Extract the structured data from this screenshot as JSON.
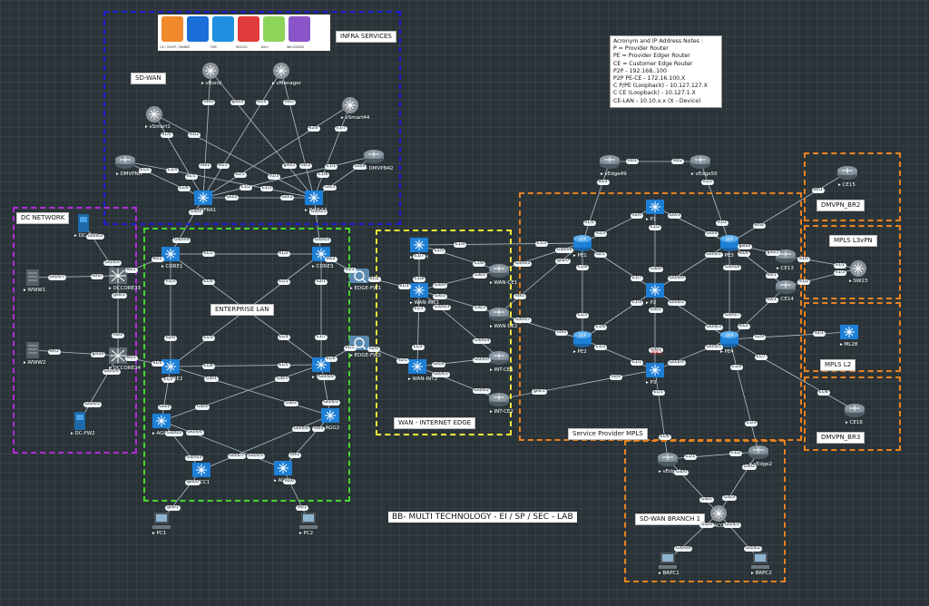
{
  "title": "BB- MULTI TECHNOLOGY - EI / SP / SEC - LAB",
  "notes": {
    "lines": [
      "Acronym and IP Address Notes :",
      "P    = Provider Router",
      "PE = Provider   Edger Router",
      "CE = Customer Edge Router",
      "P2P - 192.168..100",
      "P2P PE-CE - 172.16.100.X",
      "C P/PE (Loopback) - 10.127.127.X",
      "C CE (Loopback) - 10.127.1.X",
      "CE-LAN - 10.10.x.x (X - Device)"
    ]
  },
  "zones": [
    {
      "id": "infra",
      "label": "INFRA SERVICES",
      "color": "#1c1cd8"
    },
    {
      "id": "sdwan",
      "label": "SD-WAN",
      "color": "#1c1cd8"
    },
    {
      "id": "dc",
      "label": "DC NETWORK",
      "color": "#b02bd8"
    },
    {
      "id": "ent",
      "label": "ENTERPRISE LAN",
      "color": "#44d62c"
    },
    {
      "id": "wan",
      "label": "WAN - INTERNET EDGE",
      "color": "#f2e83a"
    },
    {
      "id": "sp",
      "label": "Service Provider MPLS",
      "color": "#e8821f"
    },
    {
      "id": "br2",
      "label": "DMVPN_BR2",
      "color": "#e8821f"
    },
    {
      "id": "l3",
      "label": "MPLS L3vPN",
      "color": "#e8821f"
    },
    {
      "id": "l2",
      "label": "MPLS L2",
      "color": "#e8821f"
    },
    {
      "id": "br3",
      "label": "DMVPN_BR3",
      "color": "#e8821f"
    },
    {
      "id": "sdb",
      "label": "SD-WAN BRANCH 1",
      "color": "#e8821f"
    }
  ],
  "services": [
    {
      "label": "CA / DHCP / DNS",
      "color": "#f0892b"
    },
    {
      "label": "ISE",
      "color": "#1b6fd8"
    },
    {
      "label": "FMC",
      "color": "#1f8fe0"
    },
    {
      "label": "WSLSG",
      "color": "#e23b3b"
    },
    {
      "label": "KALI",
      "color": "#8fd45a"
    },
    {
      "label": "WinCSMAG",
      "color": "#8a55c8"
    }
  ],
  "devices": [
    {
      "name": "vBond",
      "kind": "ctrl"
    },
    {
      "name": "vManager",
      "kind": "ctrl"
    },
    {
      "name": "vSmart1",
      "kind": "ctrl"
    },
    {
      "name": "vSmart44",
      "kind": "ctrl"
    },
    {
      "name": "DMVPNH",
      "kind": "router"
    },
    {
      "name": "DMVPN42",
      "kind": "router"
    },
    {
      "name": "INFRA1",
      "kind": "switch"
    },
    {
      "name": "INFRA2",
      "kind": "switch"
    },
    {
      "name": "DC-FW1",
      "kind": "fw"
    },
    {
      "name": "DC-FW2",
      "kind": "fw"
    },
    {
      "name": "WWW1",
      "kind": "server"
    },
    {
      "name": "WWW2",
      "kind": "server"
    },
    {
      "name": "DCCORE33",
      "kind": "nexus"
    },
    {
      "name": "DCCORE34",
      "kind": "nexus"
    },
    {
      "name": "CORE1",
      "kind": "switch"
    },
    {
      "name": "CORE2",
      "kind": "switch"
    },
    {
      "name": "CORE3",
      "kind": "switch"
    },
    {
      "name": "CORE4",
      "kind": "switch"
    },
    {
      "name": "AGG1",
      "kind": "switch"
    },
    {
      "name": "AGG2",
      "kind": "switch"
    },
    {
      "name": "ACC1",
      "kind": "switch"
    },
    {
      "name": "ACC2",
      "kind": "switch"
    },
    {
      "name": "PC1",
      "kind": "pc"
    },
    {
      "name": "PC2",
      "kind": "pc"
    },
    {
      "name": "EDGE-FW1",
      "kind": "asa"
    },
    {
      "name": "EDGE-FW2",
      "kind": "asa"
    },
    {
      "name": "ML2H",
      "kind": "switch"
    },
    {
      "name": "WAN-INT1",
      "kind": "switch"
    },
    {
      "name": "WAN-INT2",
      "kind": "switch"
    },
    {
      "name": "WAN-CE1",
      "kind": "router"
    },
    {
      "name": "WAN-CE2",
      "kind": "router"
    },
    {
      "name": "INT-CE1",
      "kind": "router"
    },
    {
      "name": "INT-CE2",
      "kind": "router"
    },
    {
      "name": "vEdge49",
      "kind": "router"
    },
    {
      "name": "vEdge50",
      "kind": "router"
    },
    {
      "name": "P1",
      "kind": "pswitch"
    },
    {
      "name": "P2",
      "kind": "pswitch"
    },
    {
      "name": "P3",
      "kind": "pswitch"
    },
    {
      "name": "PE1",
      "kind": "pe"
    },
    {
      "name": "PE2",
      "kind": "pe"
    },
    {
      "name": "PE3",
      "kind": "pe"
    },
    {
      "name": "PE4",
      "kind": "pe"
    },
    {
      "name": "CE15",
      "kind": "router"
    },
    {
      "name": "CE13",
      "kind": "router"
    },
    {
      "name": "CE14",
      "kind": "router"
    },
    {
      "name": "SW23",
      "kind": "ctrl"
    },
    {
      "name": "ML28",
      "kind": "switch"
    },
    {
      "name": "CE16",
      "kind": "router"
    },
    {
      "name": "vEdge1",
      "kind": "router"
    },
    {
      "name": "vEdge2",
      "kind": "router"
    },
    {
      "name": "ACC3",
      "kind": "ctrl"
    },
    {
      "name": "BRPC1",
      "kind": "pc"
    },
    {
      "name": "BRPC2",
      "kind": "pc"
    }
  ],
  "links": [
    [
      "vBond",
      "INFRA1"
    ],
    [
      "vBond",
      "INFRA2"
    ],
    [
      "vManager",
      "INFRA1"
    ],
    [
      "vManager",
      "INFRA2"
    ],
    [
      "vSmart1",
      "INFRA1"
    ],
    [
      "vSmart1",
      "INFRA2"
    ],
    [
      "vSmart44",
      "INFRA1"
    ],
    [
      "vSmart44",
      "INFRA2"
    ],
    [
      "DMVPNH",
      "INFRA1"
    ],
    [
      "DMVPNH",
      "INFRA2"
    ],
    [
      "DMVPN42",
      "INFRA1"
    ],
    [
      "DMVPN42",
      "INFRA2"
    ],
    [
      "INFRA1",
      "INFRA2"
    ],
    [
      "INFRA1",
      "CORE1"
    ],
    [
      "INFRA2",
      "CORE3"
    ],
    [
      "DC-FW1",
      "DCCORE33"
    ],
    [
      "DC-FW2",
      "DCCORE34"
    ],
    [
      "WWW1",
      "DCCORE33"
    ],
    [
      "WWW2",
      "DCCORE34"
    ],
    [
      "DCCORE33",
      "DCCORE34"
    ],
    [
      "DCCORE33",
      "CORE1"
    ],
    [
      "DCCORE34",
      "CORE2"
    ],
    [
      "CORE1",
      "CORE3"
    ],
    [
      "CORE1",
      "CORE2"
    ],
    [
      "CORE3",
      "CORE4"
    ],
    [
      "CORE2",
      "CORE4"
    ],
    [
      "CORE1",
      "CORE4"
    ],
    [
      "CORE2",
      "CORE3"
    ],
    [
      "CORE2",
      "AGG1"
    ],
    [
      "CORE2",
      "AGG2"
    ],
    [
      "CORE4",
      "AGG1"
    ],
    [
      "CORE4",
      "AGG2"
    ],
    [
      "AGG1",
      "ACC1"
    ],
    [
      "AGG1",
      "ACC2"
    ],
    [
      "AGG2",
      "ACC1"
    ],
    [
      "AGG2",
      "ACC2"
    ],
    [
      "ACC1",
      "PC1"
    ],
    [
      "ACC2",
      "PC2"
    ],
    [
      "CORE3",
      "EDGE-FW1"
    ],
    [
      "CORE4",
      "EDGE-FW2"
    ],
    [
      "EDGE-FW1",
      "WAN-INT1"
    ],
    [
      "EDGE-FW2",
      "WAN-INT2"
    ],
    [
      "ML2H",
      "WAN-INT1"
    ],
    [
      "ML2H",
      "WAN-CE1"
    ],
    [
      "ML2H",
      "PE1"
    ],
    [
      "WAN-INT1",
      "WAN-INT2"
    ],
    [
      "WAN-INT1",
      "WAN-CE1"
    ],
    [
      "WAN-INT1",
      "WAN-CE2"
    ],
    [
      "WAN-INT2",
      "INT-CE1"
    ],
    [
      "WAN-INT2",
      "INT-CE2"
    ],
    [
      "WAN-INT1",
      "INT-CE1"
    ],
    [
      "WAN-CE1",
      "PE1"
    ],
    [
      "WAN-CE2",
      "PE2"
    ],
    [
      "WAN-CE2",
      "PE1"
    ],
    [
      "INT-CE2",
      "P3"
    ],
    [
      "vEdge49",
      "vEdge50"
    ],
    [
      "vEdge49",
      "PE1"
    ],
    [
      "vEdge50",
      "PE3"
    ],
    [
      "PE1",
      "P1"
    ],
    [
      "PE1",
      "P2"
    ],
    [
      "PE1",
      "PE2"
    ],
    [
      "PE2",
      "P2"
    ],
    [
      "PE2",
      "P3"
    ],
    [
      "P1",
      "P2"
    ],
    [
      "P2",
      "P3"
    ],
    [
      "P1",
      "PE3"
    ],
    [
      "P2",
      "PE3"
    ],
    [
      "P2",
      "PE4"
    ],
    [
      "P3",
      "PE4"
    ],
    [
      "PE3",
      "PE4"
    ],
    [
      "PE3",
      "CE15"
    ],
    [
      "PE3",
      "CE13"
    ],
    [
      "PE3",
      "CE14"
    ],
    [
      "PE4",
      "CE14"
    ],
    [
      "CE13",
      "SW23"
    ],
    [
      "CE14",
      "SW23"
    ],
    [
      "PE4",
      "ML28"
    ],
    [
      "PE4",
      "CE16"
    ],
    [
      "P3",
      "vEdge1"
    ],
    [
      "PE4",
      "vEdge2"
    ],
    [
      "vEdge1",
      "vEdge2"
    ],
    [
      "vEdge1",
      "ACC3"
    ],
    [
      "vEdge2",
      "ACC3"
    ],
    [
      "ACC3",
      "BRPC1"
    ],
    [
      "ACC3",
      "BRPC2"
    ]
  ],
  "ports": [
    "eth0",
    "eth1",
    "ge0/0",
    "ge0/1",
    "e0/0",
    "e0/1",
    "e0/2",
    "e0/3",
    "e1/0",
    "e1/1",
    "e1/2",
    "e1/3",
    "e2/0",
    "e2/1",
    "E1/7",
    "E1/8",
    "E1/5",
    "E1/6",
    "E1/4",
    "E1/3",
    "E1/1",
    "E1/2",
    "Gi0/0",
    "Gi0/1",
    "Gi0/2",
    "Gi0/3",
    "Gi0/4",
    "Gi0/0/0",
    "Gi0/0/1",
    "Gi0/0/2",
    "Gi0/0/3",
    "Gi0/0/4",
    "Gi0/0/5",
    "Gi0/0/6",
    "Gi0/0/7"
  ],
  "wan_label_red": "RR1"
}
